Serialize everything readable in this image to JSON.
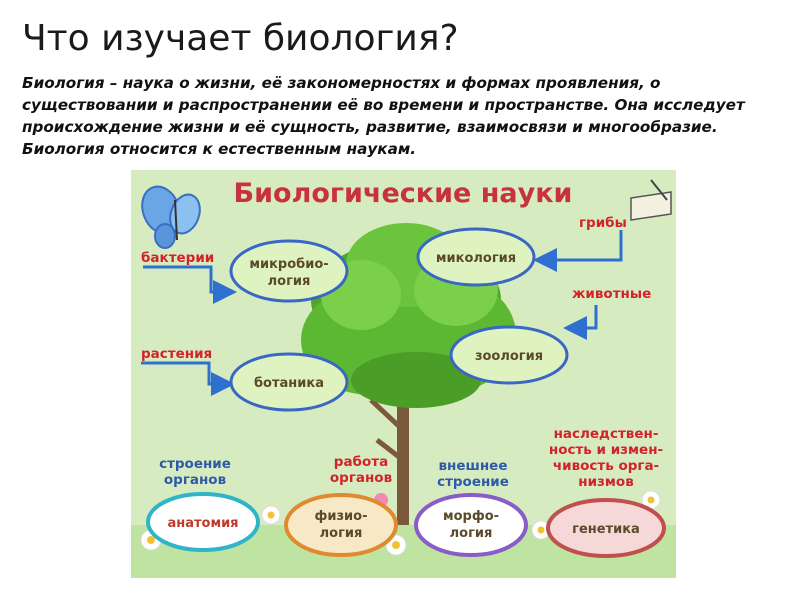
{
  "slide": {
    "title": "Что изучает биология?",
    "intro": "Биология – наука о жизни, её закономерностях и формах проявления, о существовании и распространении её во времени и пространстве. Она исследует происхождение жизни и её сущность, развитие, взаимосвязи и многообразие. Биология относится к естественным наукам."
  },
  "poster": {
    "heading": "Биологические науки",
    "sciences": {
      "microbiology_1": "микробио-",
      "microbiology_2": "логия",
      "mycology": "микология",
      "botany": "ботаника",
      "zoology": "зоология",
      "anatomy": "анатомия",
      "physiology_1": "физио-",
      "physiology_2": "логия",
      "morphology_1": "морфо-",
      "morphology_2": "логия",
      "genetics": "генетика"
    },
    "subjects": {
      "bacteria": "бактерии",
      "fungi": "грибы",
      "plants": "растения",
      "animals": "животные",
      "organ_structure_1": "строение",
      "organ_structure_2": "органов",
      "organ_work_1": "работа",
      "organ_work_2": "органов",
      "external_structure_1": "внешнее",
      "external_structure_2": "строение",
      "heredity_1": "наследствен-",
      "heredity_2": "ность и измен-",
      "heredity_3": "чивость орга-",
      "heredity_4": "низмов"
    },
    "colors": {
      "background": "#d6ecc0",
      "heading": "#c8323c",
      "label_red": "#d2232a",
      "label_blue": "#2e5aa8",
      "arrow": "#2e6fd0",
      "oval_blue_fill": "#d9f3b6",
      "oval_blue_stroke": "#3a66c4"
    }
  }
}
